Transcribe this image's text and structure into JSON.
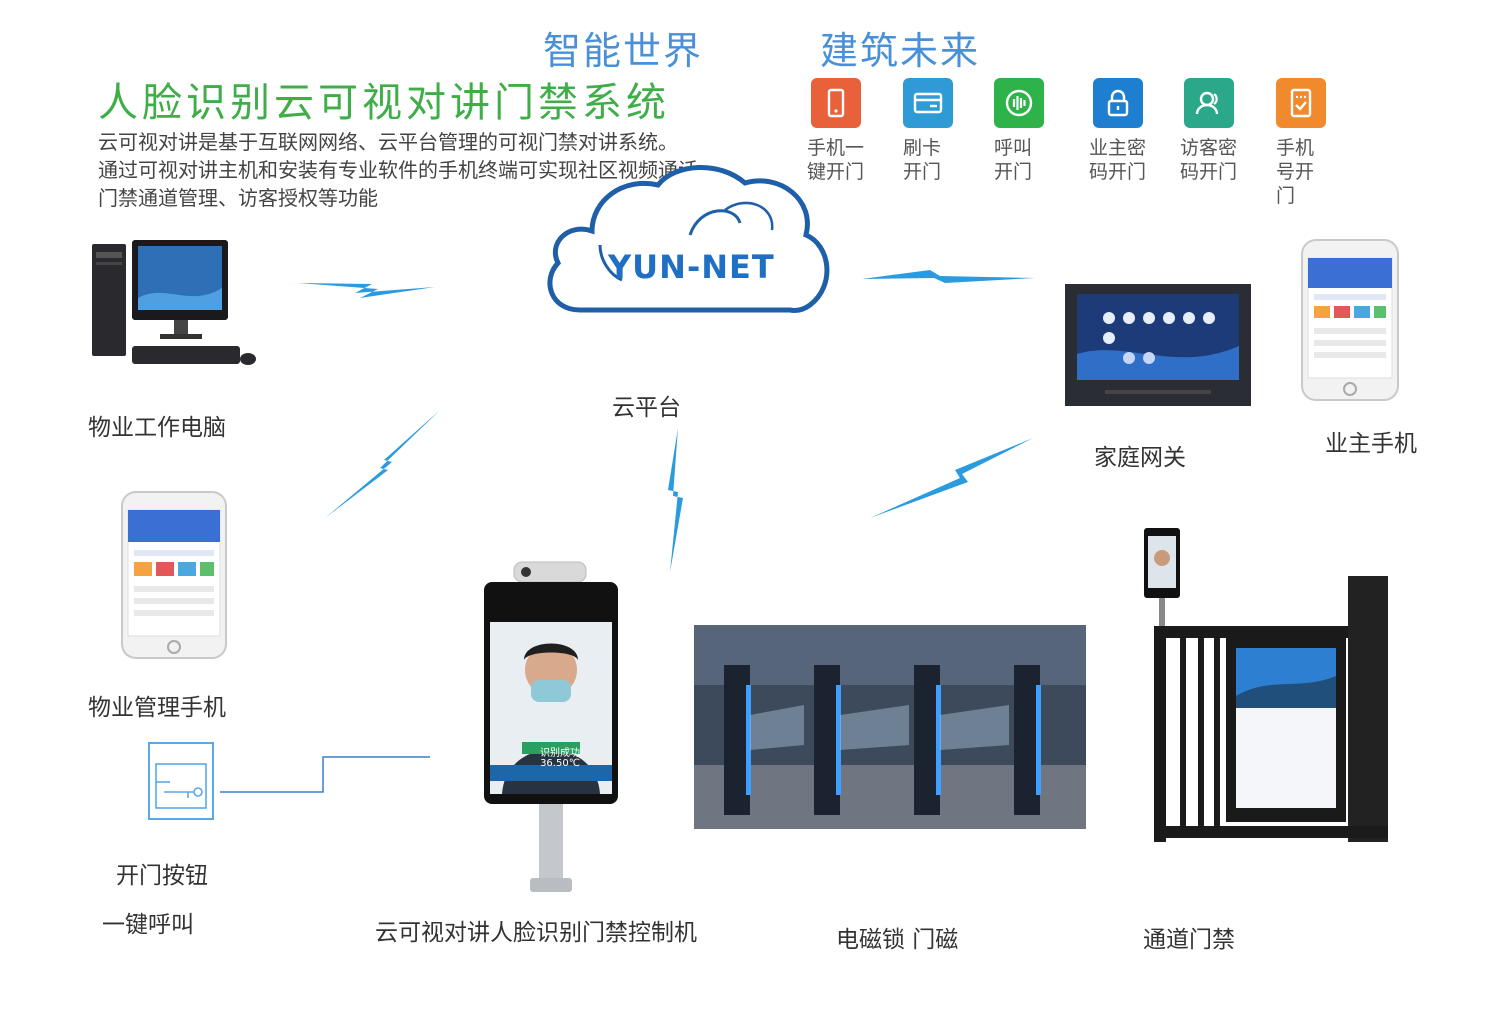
{
  "header": {
    "slogan_left": "智能世界",
    "slogan_right": "建筑未来",
    "title": "人脸识别云可视对讲门禁系统",
    "desc_line1": "云可视对讲是基于互联网网络、云平台管理的可视门禁对讲系统。",
    "desc_line2": "通过可视对讲主机和安装有专业软件的手机终端可实现社区视频通话、",
    "desc_line3": "门禁通道管理、访客授权等功能"
  },
  "features": [
    {
      "icon": "phone-icon",
      "color": "#e8613a",
      "line1": "手机一",
      "line2": "键开门",
      "line3": ""
    },
    {
      "icon": "card-icon",
      "color": "#2f9bd6",
      "line1": "刷卡",
      "line2": "开门",
      "line3": ""
    },
    {
      "icon": "call-icon",
      "color": "#2eb24a",
      "line1": "呼叫",
      "line2": "开门",
      "line3": ""
    },
    {
      "icon": "lock-icon",
      "color": "#1e7fd0",
      "line1": "业主密",
      "line2": "码开门",
      "line3": ""
    },
    {
      "icon": "visitor-icon",
      "color": "#2aa889",
      "line1": "访客密",
      "line2": "码开门",
      "line3": ""
    },
    {
      "icon": "phone-code-icon",
      "color": "#f08a2d",
      "line1": "手机",
      "line2": "号开",
      "line3": "门"
    }
  ],
  "cloud": {
    "brand": "YUN-NET",
    "label": "云平台"
  },
  "devices": {
    "pc_label": "物业工作电脑",
    "mgmt_phone_label": "物业管理手机",
    "button_label": "开门按钮",
    "call_label": "一键呼叫",
    "terminal_label": "云可视对讲人脸识别门禁控制机",
    "terminal_screen_text": "识别成功",
    "terminal_temp": "36.50℃",
    "maglock_label": "电磁锁 门磁",
    "gate_label": "通道门禁",
    "gateway_label": "家庭网关",
    "owner_phone_label": "业主手机"
  },
  "colors": {
    "accent_blue": "#4a90d9",
    "title_green": "#3fae49",
    "lightning": "#2b9be0",
    "cloud_stroke": "#1f5fa8"
  }
}
